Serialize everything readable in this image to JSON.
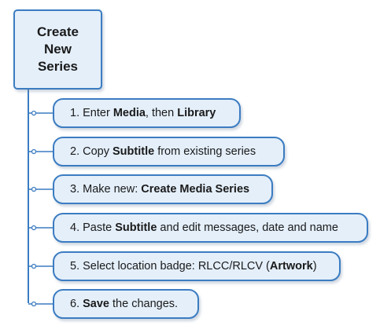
{
  "root": {
    "title": "Create New Series"
  },
  "steps": [
    {
      "parts": [
        {
          "text": "1. Enter ",
          "bold": false
        },
        {
          "text": "Media",
          "bold": true
        },
        {
          "text": ", then ",
          "bold": false
        },
        {
          "text": "Library",
          "bold": true
        }
      ]
    },
    {
      "parts": [
        {
          "text": "2. Copy ",
          "bold": false
        },
        {
          "text": "Subtitle",
          "bold": true
        },
        {
          "text": " from existing series",
          "bold": false
        }
      ]
    },
    {
      "parts": [
        {
          "text": "3. Make new: ",
          "bold": false
        },
        {
          "text": "Create Media Series",
          "bold": true
        }
      ]
    },
    {
      "parts": [
        {
          "text": "4. Paste ",
          "bold": false
        },
        {
          "text": "Subtitle",
          "bold": true
        },
        {
          "text": " and edit messages, date and name",
          "bold": false
        }
      ]
    },
    {
      "parts": [
        {
          "text": "5. Select location badge: RLCC/RLCV (",
          "bold": false
        },
        {
          "text": "Artwork",
          "bold": true
        },
        {
          "text": ")",
          "bold": false
        }
      ]
    },
    {
      "parts": [
        {
          "text": "6. ",
          "bold": false
        },
        {
          "text": "Save",
          "bold": true
        },
        {
          "text": " the changes.",
          "bold": false
        }
      ]
    }
  ],
  "colors": {
    "node_fill": "#e4effa",
    "node_border": "#3b7cc1",
    "connector": "#3b7cc1"
  }
}
